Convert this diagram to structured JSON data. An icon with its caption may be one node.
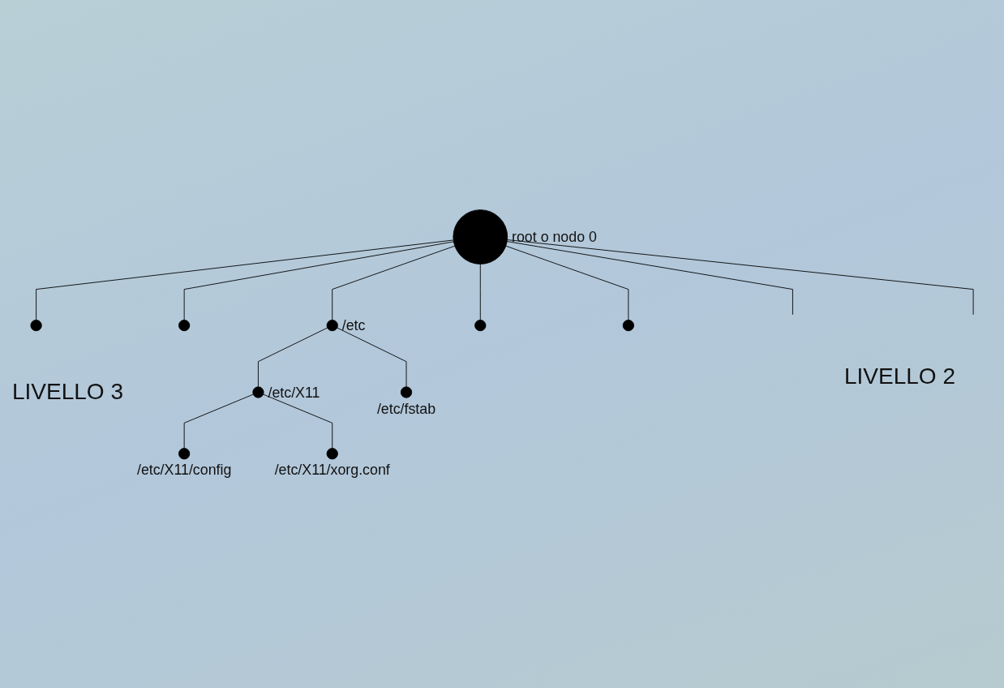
{
  "diagram": {
    "nodes": [
      {
        "text": [],
        "shape": "circle",
        "beside": [
          "root o nodo 0"
        ]
      },
      {
        "text": [],
        "shape": "circle"
      },
      {
        "text": [],
        "shape": "circle"
      },
      {
        "text": [],
        "shape": "circle",
        "beside": [
          "/etc"
        ]
      },
      {
        "text": [],
        "shape": "circle"
      },
      {
        "text": [],
        "shape": "circle"
      },
      {
        "text": [],
        "shape": "circle",
        "beside": [
          "/etc/X11"
        ]
      },
      {
        "text": [],
        "shape": "circle",
        "beside": [
          "/etc/fstab"
        ]
      },
      {
        "text": [],
        "shape": "circle",
        "beside": [
          "/etc/X11/config"
        ]
      },
      {
        "text": [],
        "shape": "circle",
        "beside": [
          "/etc/X11/xorg.conf"
        ]
      }
    ],
    "edges": [
      {
        "from": 0,
        "to": 1,
        "arrow": "none"
      },
      {
        "from": 0,
        "to": 2,
        "arrow": "none"
      },
      {
        "from": 0,
        "to": 3,
        "arrow": "none"
      },
      {
        "from": 0,
        "to": 4,
        "arrow": "none"
      },
      {
        "from": 0,
        "to": 5,
        "arrow": "none"
      },
      {
        "from": 0,
        "to": null,
        "arrow": "none"
      },
      {
        "from": 0,
        "to": null,
        "arrow": "none"
      },
      {
        "from": 3,
        "to": 6,
        "arrow": "none"
      },
      {
        "from": 3,
        "to": 7,
        "arrow": "none"
      },
      {
        "from": 6,
        "to": 8,
        "arrow": "none"
      },
      {
        "from": 6,
        "to": 9,
        "arrow": "none"
      }
    ],
    "labels": [
      "LIVELLO 2",
      "LIVELLO 3"
    ]
  }
}
